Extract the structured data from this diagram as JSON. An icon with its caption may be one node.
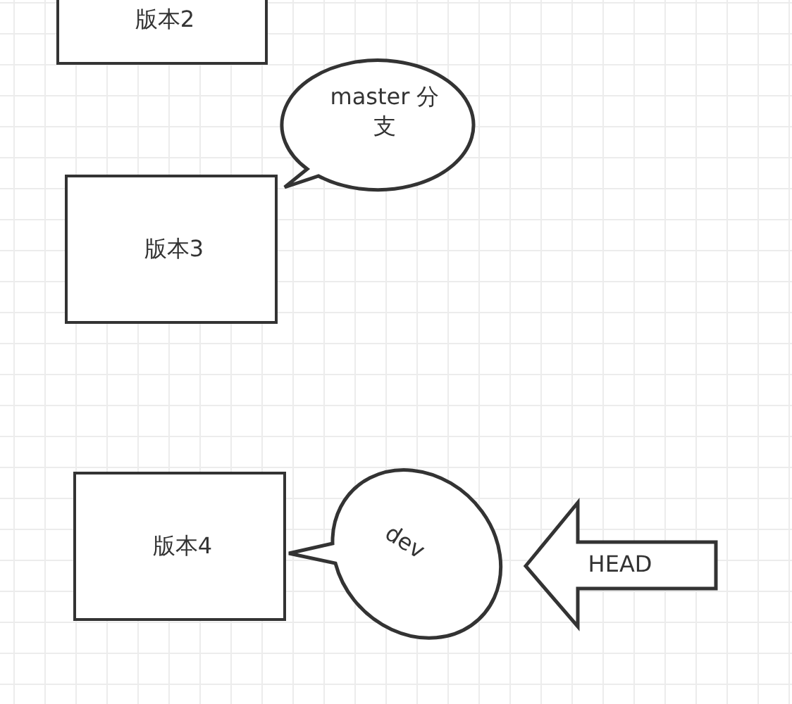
{
  "diagram": {
    "nodes": [
      {
        "text": [
          "版本2"
        ]
      },
      {
        "text": [
          "master 分支"
        ]
      },
      {
        "text": [
          "版本3"
        ]
      },
      {
        "text": [
          "版本4"
        ]
      },
      {
        "text": [
          "dev"
        ]
      },
      {
        "text": [
          "HEAD"
        ]
      }
    ]
  }
}
